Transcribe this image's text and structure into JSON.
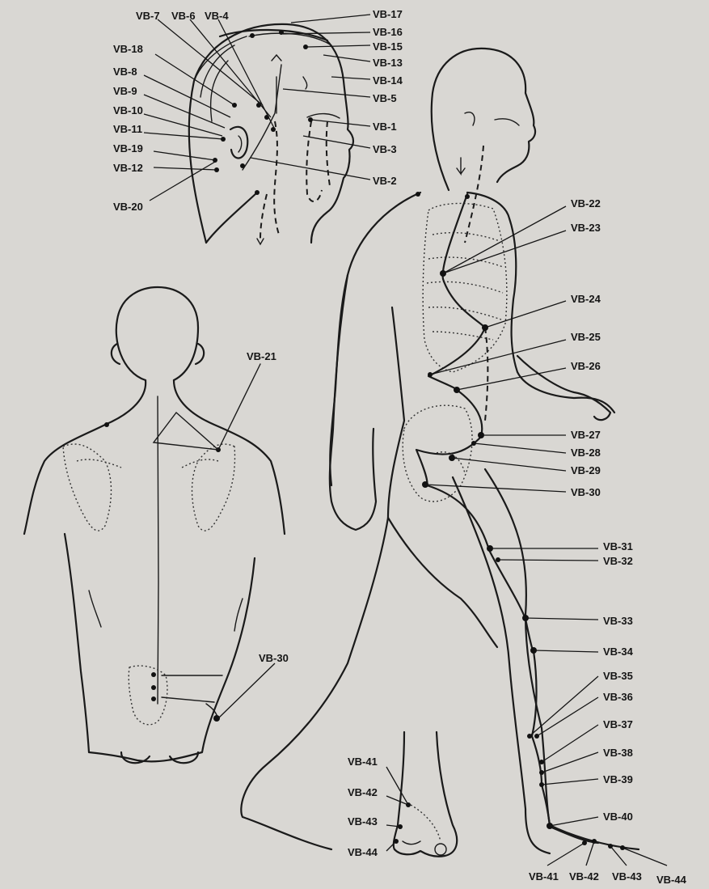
{
  "figure": {
    "colors": {
      "paper": "#d9d7d3",
      "ink": "#151515"
    },
    "head_labels": [
      "VB-7",
      "VB-6",
      "VB-4",
      "VB-17",
      "VB-16",
      "VB-15",
      "VB-13",
      "VB-14",
      "VB-5",
      "VB-1",
      "VB-3",
      "VB-2",
      "VB-18",
      "VB-8",
      "VB-9",
      "VB-10",
      "VB-11",
      "VB-19",
      "VB-12",
      "VB-20"
    ],
    "back_labels": [
      "VB-21",
      "VB-30"
    ],
    "trunk_labels": [
      "VB-22",
      "VB-23",
      "VB-24",
      "VB-25",
      "VB-26",
      "VB-27",
      "VB-28",
      "VB-29",
      "VB-30"
    ],
    "leg_labels": [
      "VB-31",
      "VB-32",
      "VB-33",
      "VB-34",
      "VB-35",
      "VB-36",
      "VB-37",
      "VB-38",
      "VB-39",
      "VB-40"
    ],
    "foot_labels": [
      "VB-41",
      "VB-42",
      "VB-43",
      "VB-44"
    ],
    "inset_foot_labels": [
      "VB-41",
      "VB-42",
      "VB-43",
      "VB-44"
    ]
  }
}
